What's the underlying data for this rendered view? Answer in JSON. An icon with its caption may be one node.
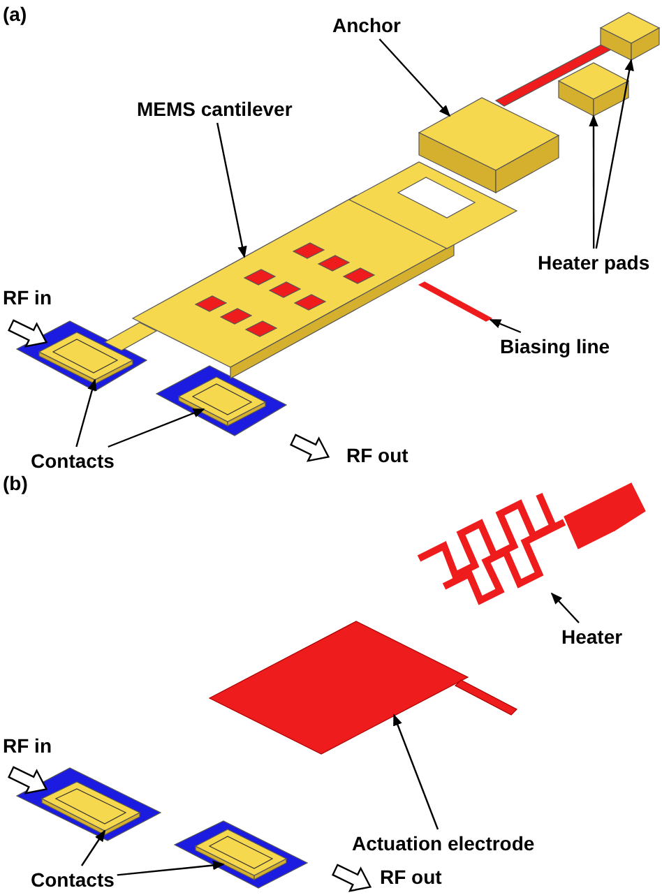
{
  "diagram": {
    "nodes": [
      {
        "text": [
          "Anchor"
        ]
      },
      {
        "text": [],
        "shape": "box"
      },
      {
        "text": [
          "MEMS cantilever"
        ]
      },
      {
        "text": [],
        "shape": "box"
      },
      {
        "text": [
          "Heater pads"
        ]
      },
      {
        "text": [],
        "shape": "box"
      },
      {
        "text": [],
        "shape": "box"
      },
      {
        "text": [
          "Biasing line"
        ]
      },
      {
        "text": [],
        "shape": "bar"
      },
      {
        "text": [
          "Contacts"
        ]
      },
      {
        "text": [],
        "shape": "box"
      },
      {
        "text": [],
        "shape": "box"
      },
      {
        "text": [
          "Heater"
        ]
      },
      {
        "text": [],
        "shape": "box"
      },
      {
        "text": [
          "Actuation electrode"
        ]
      },
      {
        "text": [],
        "shape": "box"
      },
      {
        "text": [
          "Contacts"
        ]
      },
      {
        "text": [],
        "shape": "box"
      },
      {
        "text": [],
        "shape": "box"
      }
    ],
    "edges": [
      {
        "from": 0,
        "to": 1,
        "arrow": "to"
      },
      {
        "from": 2,
        "to": 3,
        "arrow": "to"
      },
      {
        "from": 4,
        "to": 5,
        "arrow": "to"
      },
      {
        "from": 4,
        "to": 6,
        "arrow": "to"
      },
      {
        "from": 7,
        "to": 8,
        "arrow": "to"
      },
      {
        "from": 9,
        "to": 10,
        "arrow": "to"
      },
      {
        "from": 9,
        "to": 11,
        "arrow": "to"
      },
      {
        "from": 12,
        "to": 13,
        "arrow": "to"
      },
      {
        "from": 14,
        "to": 15,
        "arrow": "to"
      },
      {
        "from": 16,
        "to": 17,
        "arrow": "to"
      },
      {
        "from": 16,
        "to": 18,
        "arrow": "to"
      }
    ],
    "labels": [
      "(a)",
      "RF in",
      "RF out",
      "(b)",
      "RF in",
      "RF out"
    ]
  }
}
